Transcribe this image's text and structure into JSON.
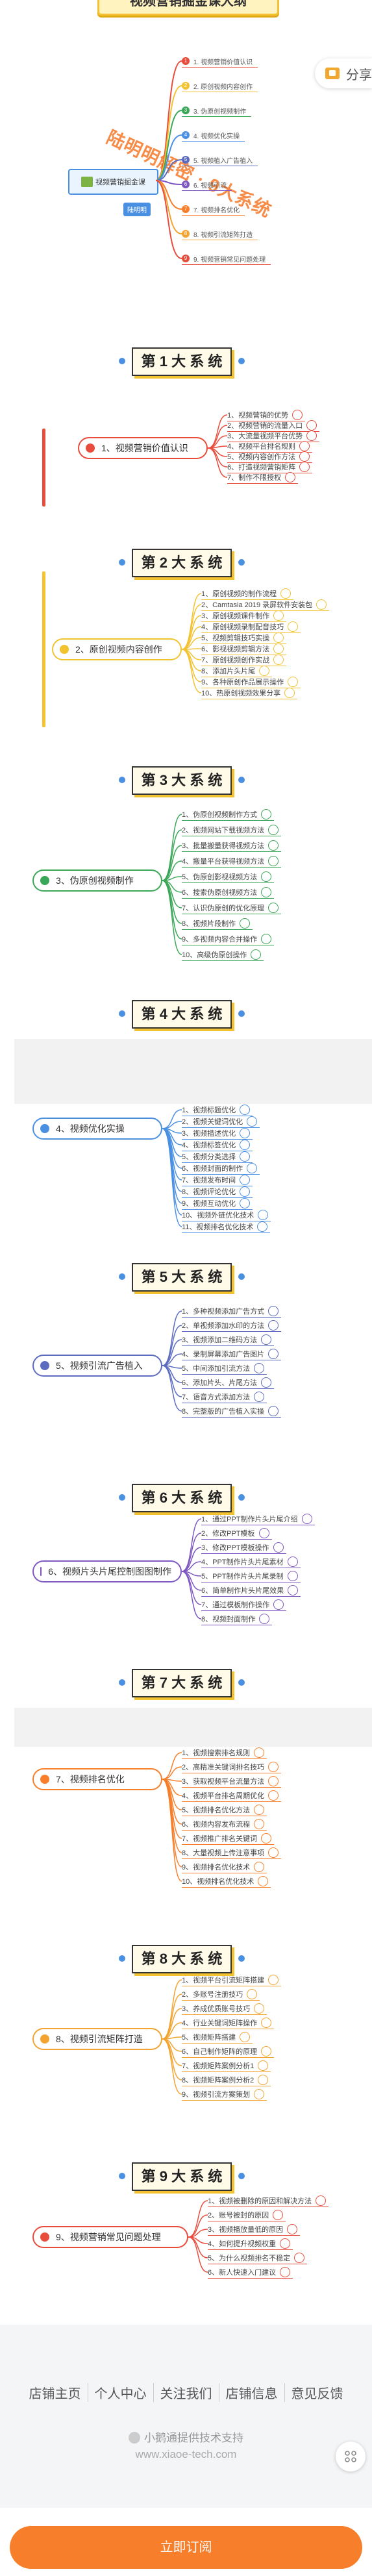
{
  "header": {
    "title": "视频营销掘金课大纲",
    "share_label": "分享"
  },
  "overview": {
    "root": "视频营销掘金课",
    "watermark": "陆明明解密 · 9大系统",
    "author_tag": "陆明明",
    "items": [
      {
        "n": "1",
        "label": "1. 视频营销价值认识",
        "color": "#e74c3c"
      },
      {
        "n": "2",
        "label": "2. 原创视频内容创作",
        "color": "#f2c230"
      },
      {
        "n": "3",
        "label": "3. 伪原创视频制作",
        "color": "#3aa657"
      },
      {
        "n": "4",
        "label": "4. 视频优化实操",
        "color": "#4a90e2"
      },
      {
        "n": "5",
        "label": "5. 视频植入广告植入",
        "color": "#5c6bc0"
      },
      {
        "n": "6",
        "label": "6. 视频引流",
        "color": "#7e57c2"
      },
      {
        "n": "7",
        "label": "7. 视频排名优化",
        "color": "#f77e2a"
      },
      {
        "n": "8",
        "label": "8. 视频引流矩阵打造",
        "color": "#f2a330"
      },
      {
        "n": "9",
        "label": "9. 视频营销常见问题处理",
        "color": "#e74c3c"
      }
    ]
  },
  "sections": [
    {
      "title": "第 1 大 系 统",
      "root": "1、视频营销价值认识",
      "color": "#e74c3c",
      "leaves": [
        "1、视频营销的优势",
        "2、视频营销的流量入口",
        "3、大流量视频平台优势",
        "4、视频平台排名规则",
        "5、视频内容创作方法",
        "6、打造视频营销矩阵",
        "7、制作不限授权"
      ]
    },
    {
      "title": "第 2 大 系 统",
      "root": "2、原创视频内容创作",
      "color": "#f2c230",
      "leaves": [
        "1、原创视频的制作流程",
        "2、Camtasia 2019 录屏软件安装包",
        "3、原创视频课件制作",
        "4、原创视频录制配音技巧",
        "5、视频剪辑技巧实操",
        "6、影视视频剪辑方法",
        "7、原创视频创作实战",
        "8、添加片头片尾",
        "9、各种原创作品展示操作",
        "10、热原创视频效果分享"
      ]
    },
    {
      "title": "第 3 大 系 统",
      "root": "3、伪原创视频制作",
      "color": "#3aa657",
      "leaves": [
        "1、伪原创视频制作方式",
        "2、视频网站下载视频方法",
        "3、批量搬量获得视频方法",
        "4、搬量平台获得视频方法",
        "5、伪原创影视视频方法",
        "6、搜索伪原创视频方法",
        "7、认识伪原创的优化原理",
        "8、视频片段制作",
        "9、多视频内容合并操作",
        "10、高级伪原创操作"
      ]
    },
    {
      "title": "第 4 大 系 统",
      "root": "4、视频优化实操",
      "color": "#4a90e2",
      "leaves": [
        "1、视频标题优化",
        "2、视频关键词优化",
        "3、视频描述优化",
        "4、视频标签优化",
        "5、视频分类选择",
        "6、视频封面的制作",
        "7、视频发布时间",
        "8、视频评论优化",
        "9、视频互动优化",
        "10、视频外链优化技术",
        "11、视频排名优化技术"
      ]
    },
    {
      "title": "第 5 大 系 统",
      "root": "5、视频引流广告植入",
      "color": "#5c6bc0",
      "leaves": [
        "1、多种视频添加广告方式",
        "2、单视频添加水印的方法",
        "3、视频添加二维码方法",
        "4、录制屏幕添加广告图片",
        "5、中间添加引流方法",
        "6、添加片头、片尾方法",
        "7、语音方式添加方法",
        "8、完整版的广告植入实操"
      ]
    },
    {
      "title": "第 6 大 系 统",
      "root": "6、视频片头片尾控制图图制作",
      "color": "#7e57c2",
      "leaves": [
        "1、通过PPT制作片头片尾介绍",
        "2、修改PPT模板",
        "3、修改PPT模板操作",
        "4、PPT制作片头片尾素材",
        "5、PPT制作片头片尾录制",
        "6、简单制作片头片尾效果",
        "7、通过模板制作操作",
        "8、视频封面制作"
      ]
    },
    {
      "title": "第 7 大 系 统",
      "root": "7、视频排名优化",
      "color": "#f77e2a",
      "leaves": [
        "1、视频搜索排名规则",
        "2、高精准关键词排名技巧",
        "3、获取视频平台流量方法",
        "4、视频平台排名周期优化",
        "5、视频排名优化方法",
        "6、视频内容发布流程",
        "7、视频推广排名关键词",
        "8、大量视频上传注意事项",
        "9、视频排名优化技术",
        "10、视频排名优化技术"
      ]
    },
    {
      "title": "第 8 大 系 统",
      "root": "8、视频引流矩阵打造",
      "color": "#f2a330",
      "leaves": [
        "1、视频平台引流矩阵搭建",
        "2、多账号注册技巧",
        "3、养成优质账号技巧",
        "4、行业关键词矩阵操作",
        "5、视频矩阵搭建",
        "6、自己制作矩阵的原理",
        "7、视频矩阵案例分析1",
        "8、视频矩阵案例分析2",
        "9、视频引流方案策划"
      ]
    },
    {
      "title": "第 9 大 系 统",
      "root": "9、视频营销常见问题处理",
      "color": "#e74c3c",
      "leaves": [
        "1、视频被删除的原因和解决方法",
        "2、账号被封的原因",
        "3、视频播放量低的原因",
        "4、如何提升视频权重",
        "5、为什么视频排名不稳定",
        "6、新人快速入门建议"
      ]
    }
  ],
  "footer": {
    "links": [
      "店铺主页",
      "个人中心",
      "关注我们",
      "店铺信息",
      "意见反馈"
    ],
    "brand": "小鹅通提供技术支持",
    "domain": "www.xiaoe-tech.com",
    "cta": "立即订阅"
  }
}
